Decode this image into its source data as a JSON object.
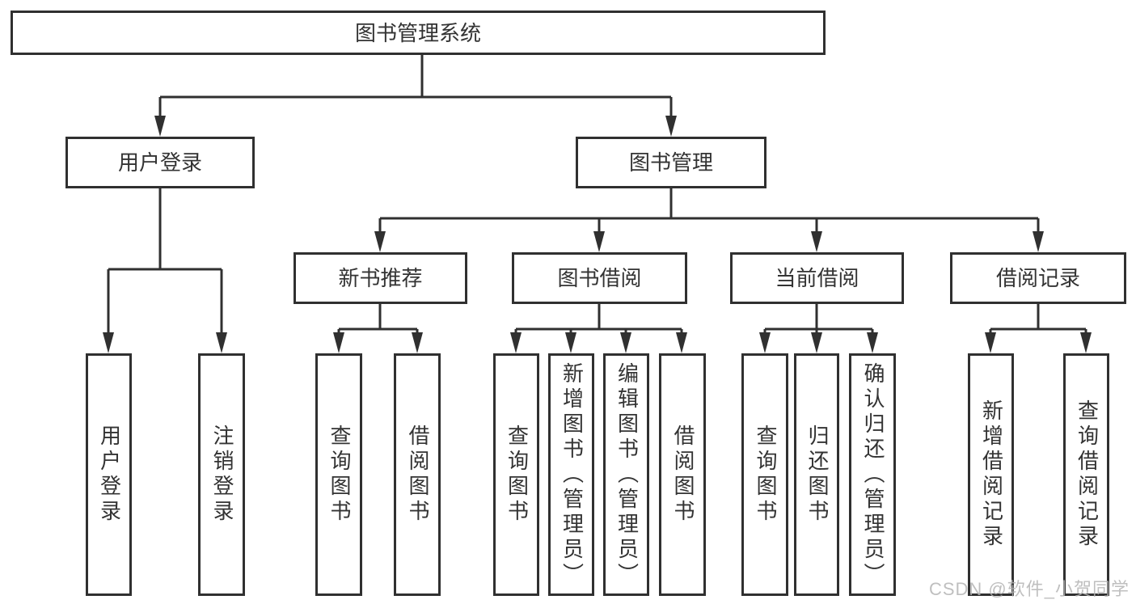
{
  "diagram": {
    "root": {
      "label": "图书管理系统"
    },
    "level2": [
      {
        "id": "user-login",
        "label": "用户登录"
      },
      {
        "id": "book-management",
        "label": "图书管理"
      }
    ],
    "level3": [
      {
        "id": "new-book-recommend",
        "label": "新书推荐"
      },
      {
        "id": "book-borrow",
        "label": "图书借阅"
      },
      {
        "id": "current-borrow",
        "label": "当前借阅"
      },
      {
        "id": "borrow-records",
        "label": "借阅记录"
      }
    ],
    "leaves": {
      "user_login": [
        "用户登录",
        "注销登录"
      ],
      "new_book_recommend": [
        "查询图书",
        "借阅图书"
      ],
      "book_borrow": [
        "查询图书",
        "新增图书（管理员）",
        "编辑图书（管理员）",
        "借阅图书"
      ],
      "current_borrow": [
        "查询图书",
        "归还图书",
        "确认归还（管理员）"
      ],
      "borrow_records": [
        "新增借阅记录",
        "查询借阅记录"
      ]
    }
  },
  "watermark": {
    "text": "CSDN @软件_小贺同学"
  },
  "colors": {
    "line": "#303030",
    "text": "#333333",
    "background": "#ffffff",
    "watermark": "#b4b4b4"
  }
}
